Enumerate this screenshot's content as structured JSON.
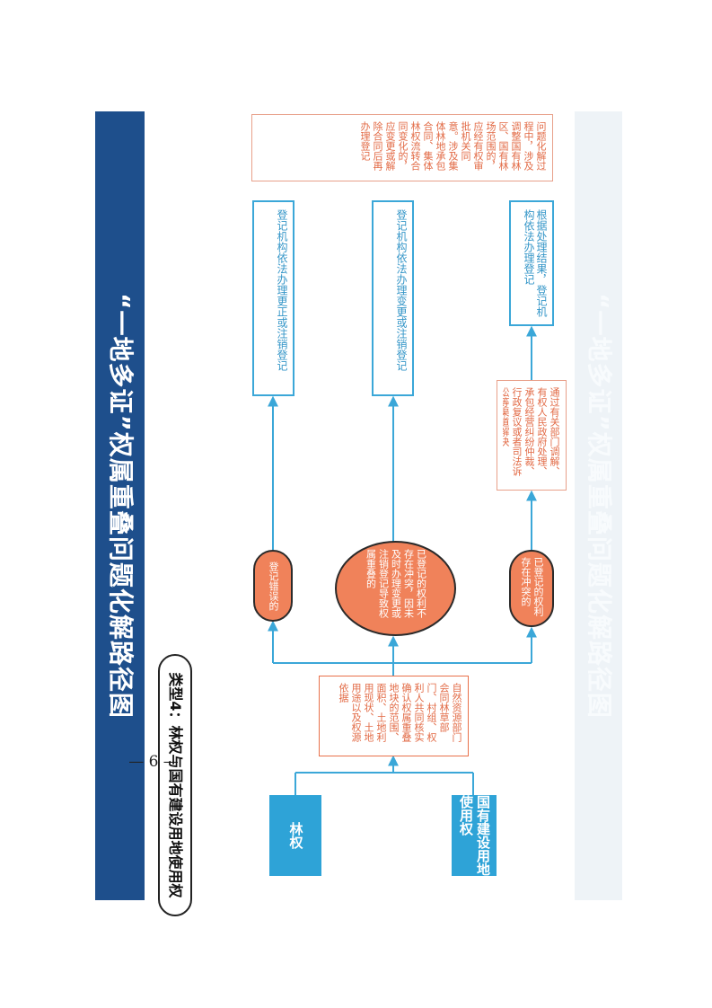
{
  "title": "“一地多证”权属重叠问题化解路径图",
  "page_number": "— 6 —",
  "type_label": "类型4：林权与国有建设用地使用权",
  "sources": [
    "林权",
    "国有建设用地使用权"
  ],
  "joint_check": "自然资源部门会同林草部门、村组、权利人共同核实确认权属重叠地块的范围、面积、土地利用现状、土地用途以及权源依据",
  "cases": {
    "top": "登记错误的",
    "middle": "已登记的权利不存在冲突，因未及时办理变更或注销登记导致权属重叠的",
    "bottom": "已登记的权利存在冲突的"
  },
  "mediation": "通过有关部门调解、有权人民政府处理、承包经营纠纷仲裁、行政复议或者司法诉讼等渠道解决",
  "results": {
    "top": "登记机构依法办理更正或注销登记",
    "middle": "登记机构依法办理变更或注销登记",
    "bottom": "根据处理结果，登记机构依法办理登记"
  },
  "note": "问题化解过程中，涉及调整国有林区、国有林场范围的，应经有权审批机关同意。涉及集体林地承包合同、集体林权流转合同变化的，应变更或解除合同后再办理登记",
  "colors": {
    "title_band": "#1e4f8c",
    "blue_box": "#2ea3d7",
    "orange": "#f0825a",
    "orange_text": "#e26a45",
    "arrow": "#3ba7d8"
  }
}
